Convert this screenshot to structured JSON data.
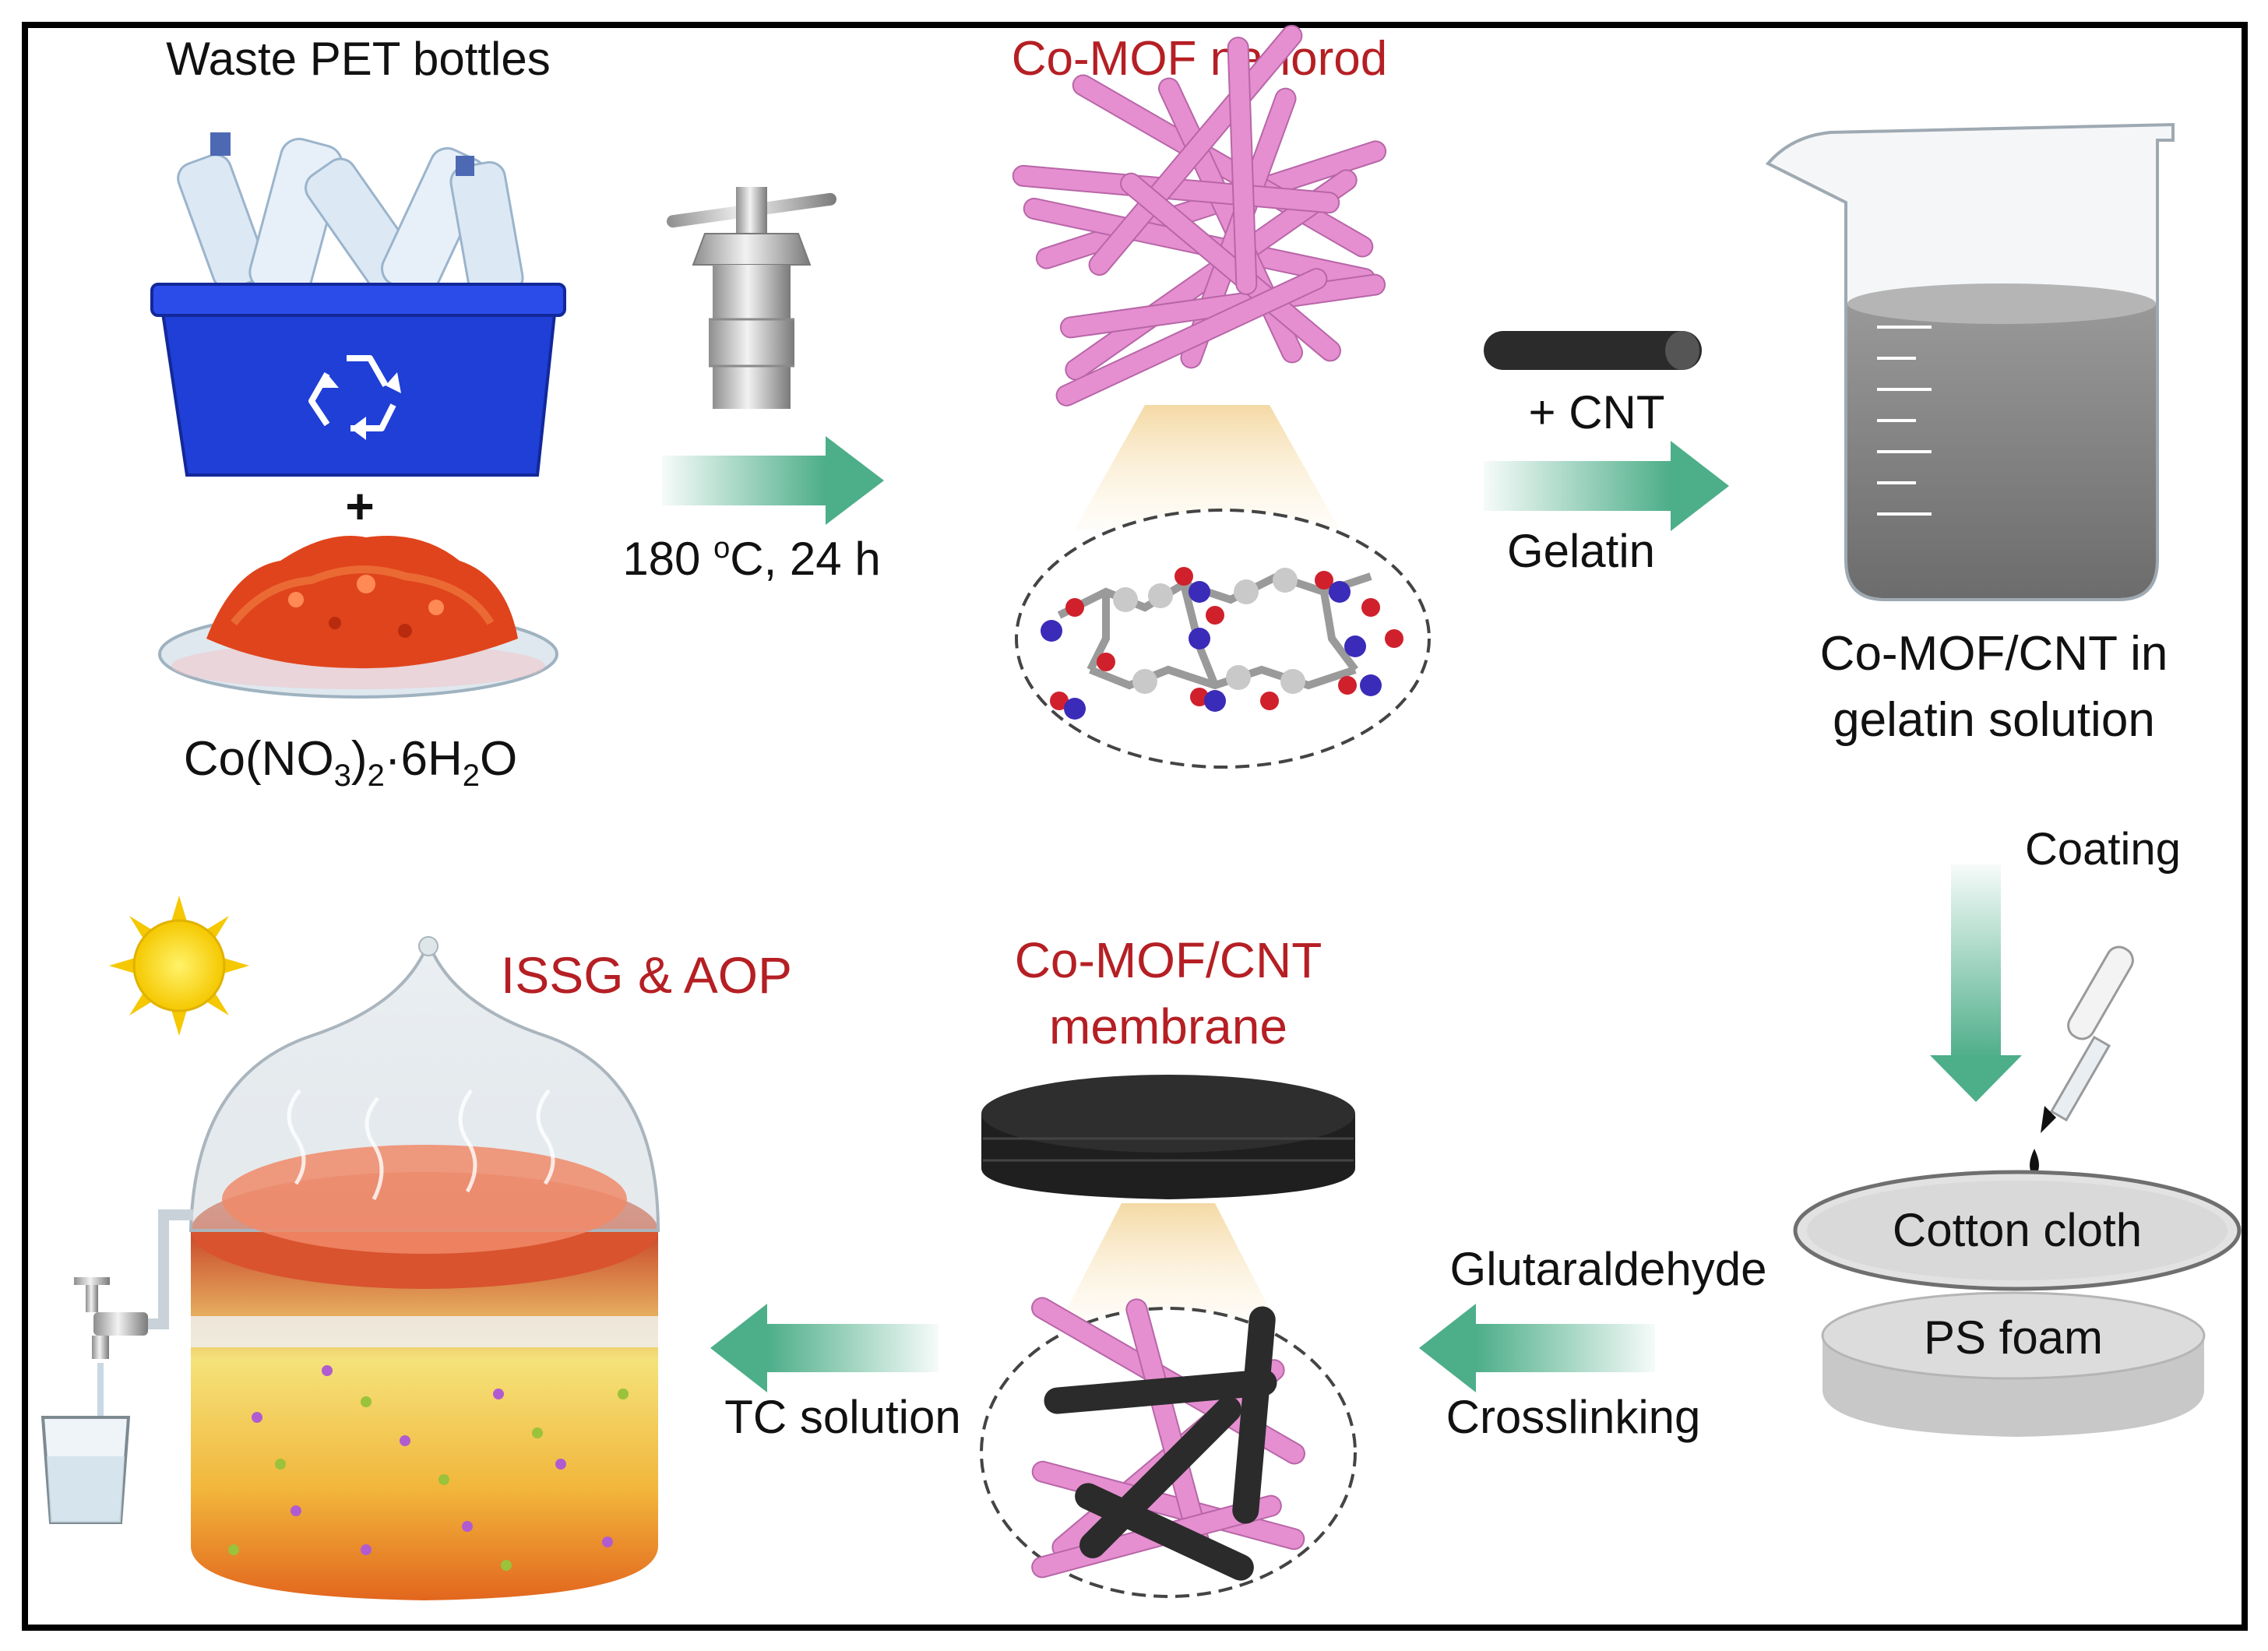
{
  "labels": {
    "waste_pet": "Waste PET bottles",
    "plus": "+",
    "cobalt_salt": {
      "base": "Co(NO",
      "sub1": "3",
      "mid": ")",
      "sub2": "2",
      "dot": "·6H",
      "sub3": "2",
      "end": "O"
    },
    "conditions": {
      "temp": "180 ",
      "sup": "o",
      "rest": "C, 24 h"
    },
    "co_mof_nanorod": "Co-MOF nanorod",
    "cnt": "+ CNT",
    "gelatin": "Gelatin",
    "beaker_label_line1": "Co-MOF/CNT in",
    "beaker_label_line2": "gelatin solution",
    "coating": "Coating",
    "cotton_cloth": "Cotton cloth",
    "ps_foam": "PS foam",
    "glutaraldehyde": "Glutaraldehyde",
    "crosslinking": "Crosslinking",
    "membrane_line1": "Co-MOF/CNT",
    "membrane_line2": "membrane",
    "tc_solution": "TC solution",
    "issg_aop": "ISSG & AOP"
  },
  "colors": {
    "title_red": "#b51f24",
    "arrow_green": "#4dae8a",
    "rod_pink": "#e58fd0",
    "cnt_black": "#2b2b2b",
    "bin_blue": "#1f3fd6",
    "crystal_red": "#e0441c"
  },
  "icons": [
    "recycle-icon",
    "sun-icon",
    "tap-icon",
    "water-glass-icon",
    "autoclave-icon",
    "beaker-icon",
    "dropper-icon"
  ]
}
